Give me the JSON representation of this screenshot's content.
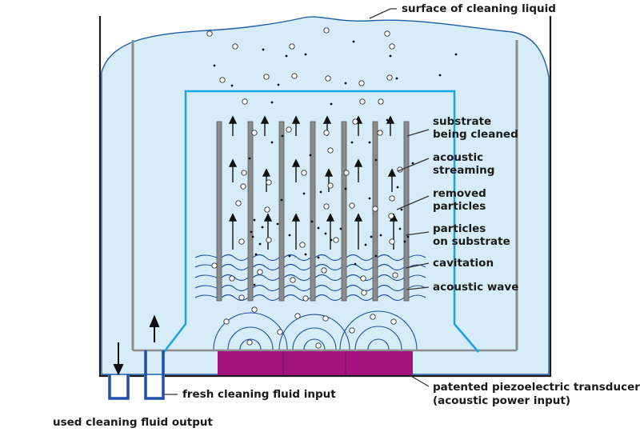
{
  "labels": {
    "surface": "surface of cleaning liquid",
    "substrate_1": "substrate",
    "substrate_2": "being cleaned",
    "streaming_1": "acoustic",
    "streaming_2": "streaming",
    "removed_1": "removed",
    "removed_2": "particles",
    "onsub_1": "particles",
    "onsub_2": "on substrate",
    "cavitation": "cavitation",
    "wave": "acoustic wave",
    "transducer_1": "patented piezoelectric transducer",
    "transducer_2": "(acoustic power input)",
    "fresh": "fresh cleaning fluid input",
    "used": "used cleaning fluid output"
  },
  "colors": {
    "liquid": "#d6ecf9",
    "liquid_outline": "#1f5fa5",
    "tank_wall": "#1a1a1a",
    "inner_wall": "#8c8c8c",
    "cage": "#1aa3e0",
    "substrate_plate": "#8c8c8c",
    "wave": "#1f4f9f",
    "transducer": "#a3137d",
    "pipe": "#1f4fae"
  },
  "icons": [
    "arrow-up-icon",
    "arrow-down-icon",
    "bubble-icon",
    "particle-icon"
  ]
}
